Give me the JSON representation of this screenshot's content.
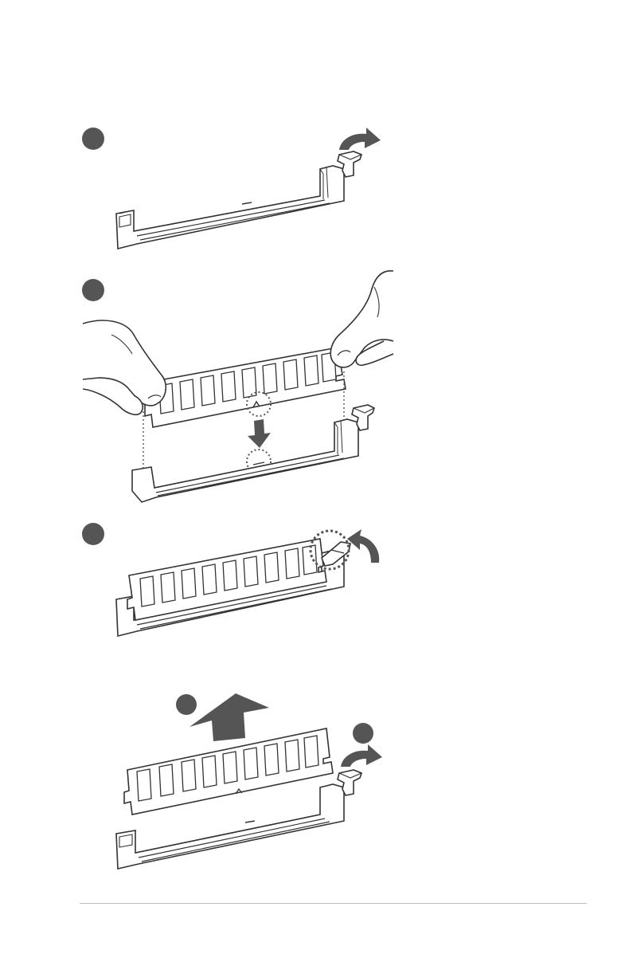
{
  "colors": {
    "line": "#333333",
    "badge": "#555555",
    "arrow": "#555555",
    "white": "#ffffff",
    "rule": "#bdbdbd"
  },
  "steps": [
    {
      "badge": "",
      "description": "open-latch"
    },
    {
      "badge": "",
      "description": "align-and-insert"
    },
    {
      "badge": "",
      "description": "latch-locks"
    }
  ],
  "removal": {
    "badges": [
      "",
      ""
    ]
  },
  "icons": [
    "curved-arrow-icon",
    "down-arrow-icon",
    "up-arrow-icon",
    "hand-icon",
    "dimm-module-icon",
    "dimm-slot-icon",
    "latch-icon"
  ]
}
